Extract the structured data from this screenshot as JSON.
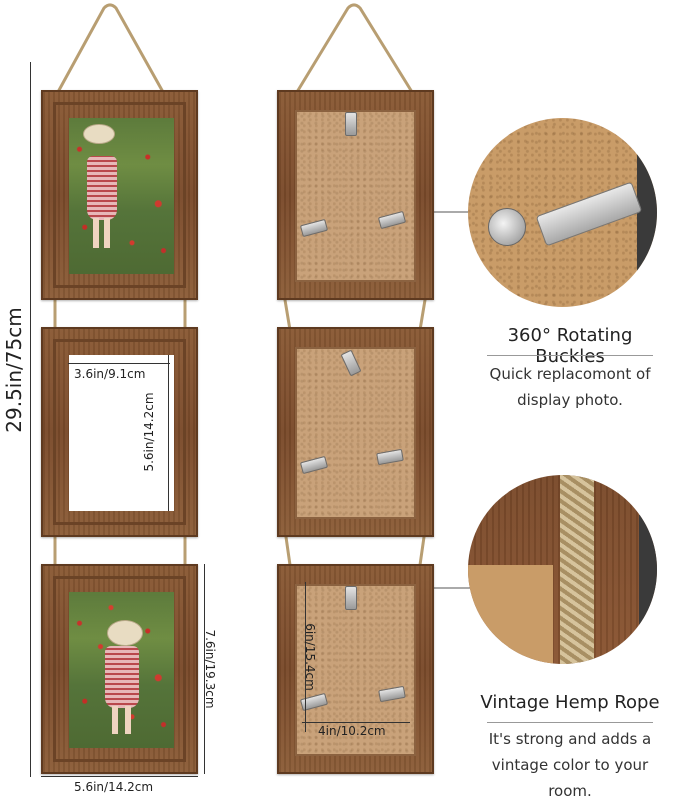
{
  "dimensions": {
    "total_height": "29.5in/75cm",
    "opening_width": "3.6in/9.1cm",
    "opening_height": "5.6in/14.2cm",
    "frame_height": "7.6in/19.3cm",
    "frame_width": "5.6in/14.2cm",
    "backing_height": "6in/15.4cm",
    "backing_width": "4in/10.2cm"
  },
  "features": [
    {
      "title": "360° Rotating Buckles",
      "description_line1": "Quick replacomont of",
      "description_line2": "display photo."
    },
    {
      "title": "Vintage Hemp Rope",
      "description_line1": "It's strong and adds a",
      "description_line2": "vintage color to your",
      "description_line3": "room."
    }
  ],
  "colors": {
    "wood": "#7a4a2a",
    "backing": "#c9a27a",
    "rope": "#b89e72"
  }
}
